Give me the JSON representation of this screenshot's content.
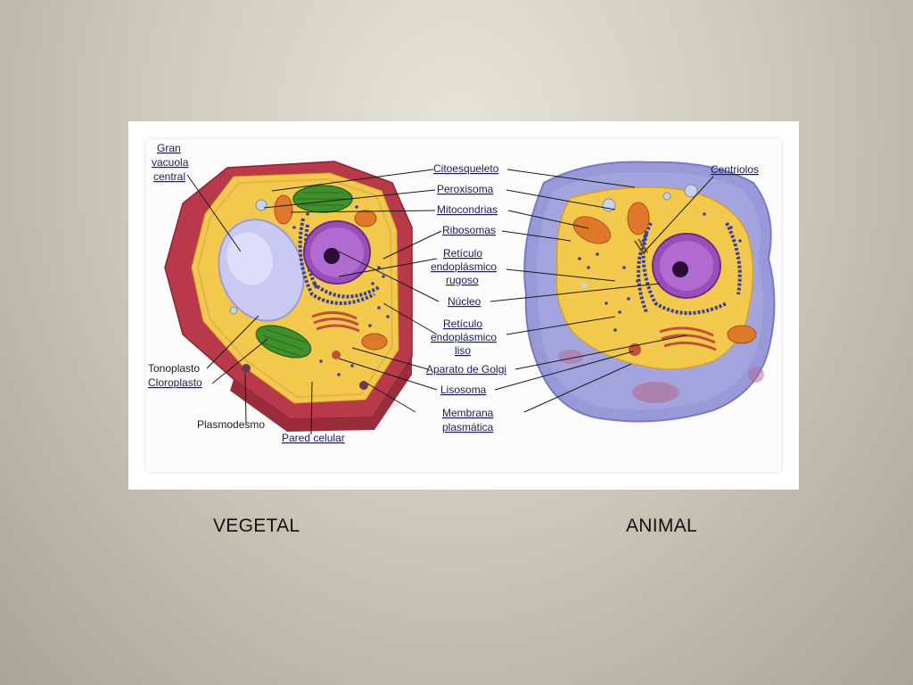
{
  "diagram": {
    "labels": {
      "gran_vacuola_1": "Gran",
      "gran_vacuola_2": "vacuola",
      "gran_vacuola_3": "central",
      "citoesqueleto": "Citoesqueleto",
      "peroxisoma": "Peroxisoma",
      "mitocondrias": "Mitocondrias",
      "ribosomas": "Ribosomas",
      "rer_1": "Retículo",
      "rer_2": "endoplásmico",
      "rer_3": "rugoso",
      "nucleo": "Núcleo",
      "rel_1": "Retículo",
      "rel_2": "endoplásmico",
      "rel_3": "liso",
      "golgi": "Aparato de Golgi",
      "lisosoma": "Lisosoma",
      "membrana_1": "Membrana",
      "membrana_2": "plasmática",
      "centriolos": "Centriolos",
      "tonoplasto": "Tonoplasto",
      "cloroplasto": "Cloroplasto",
      "plasmodesmo": "Plasmodesmo",
      "pared": "Pared celular"
    }
  },
  "captions": {
    "vegetal": "VEGETAL",
    "animal": "ANIMAL"
  },
  "colors": {
    "cell_wall": "#b8394a",
    "cytoplasm": "#f2c94c",
    "vacuole": "#c9c9f2",
    "chloroplast": "#3f8f2a",
    "nucleus": "#9a4fb8",
    "animal_membrane": "#8f8fd6",
    "mitochondria": "#e0782a"
  }
}
